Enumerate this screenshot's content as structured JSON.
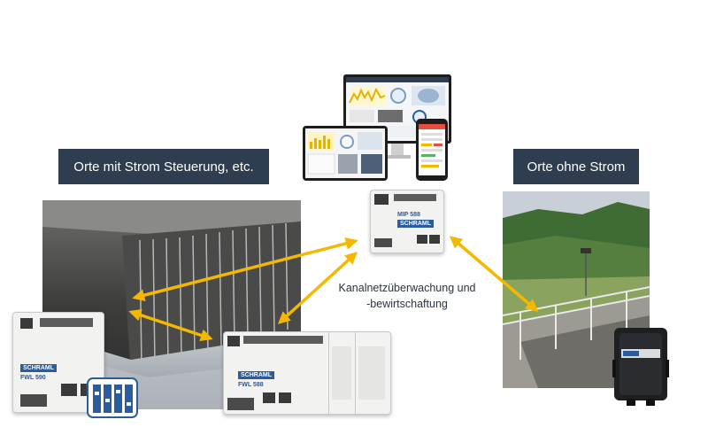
{
  "labels": {
    "left": "Orte mit Strom Steuerung, etc.",
    "right": "Orte ohne Strom"
  },
  "caption": {
    "line1": "Kanalnetzüberwachung und",
    "line2": "-bewirtschaftung"
  },
  "devices": {
    "center_model": "MIP 588",
    "left_model": "FWL 590",
    "bottom_model": "FWL 588",
    "brand": "SCHRAML"
  },
  "colors": {
    "label_bg": "#2e3e50",
    "arrow": "#f5b800",
    "brand_blue": "#2a5ca0"
  },
  "icons": [
    "dashboard-screens-icon",
    "bar-chart-icon",
    "logger-case-icon"
  ]
}
